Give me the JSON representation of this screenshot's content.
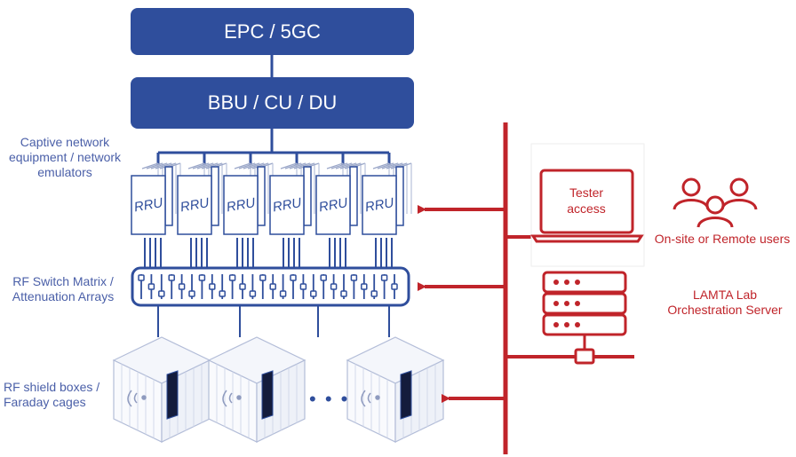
{
  "boxes": {
    "epc": "EPC / 5GC",
    "bbu": "BBU / CU / DU"
  },
  "labels": {
    "captive": "Captive network equipment / network emulators",
    "rf_switch": "RF Switch Matrix / Attenuation Arrays",
    "shield": "RF shield boxes / Faraday cages",
    "tester": "Tester access",
    "users": "On-site or Remote users",
    "lamta": "LAMTA Lab Orchestration Server",
    "ellipsis": "• • •"
  },
  "rru_units": [
    "RRU",
    "RRU",
    "RRU",
    "RRU",
    "RRU",
    "RRU"
  ],
  "colors": {
    "blue": "#2f4e9c",
    "red": "#c0242a"
  }
}
